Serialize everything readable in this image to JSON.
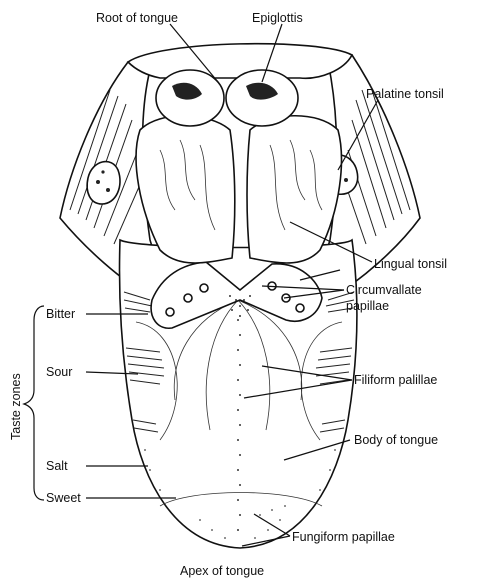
{
  "labels": {
    "root_of_tongue": "Root of tongue",
    "epiglottis": "Epiglottis",
    "palatine_tonsil": "Palatine tonsil",
    "lingual_tonsil": "Lingual tonsil",
    "circumvallate_line1": "Circumvallate",
    "circumvallate_line2": "papillae",
    "filiform_papillae": "Filiform palillae",
    "body_of_tongue": "Body of tongue",
    "fungiform_papillae": "Fungiform papillae",
    "apex_of_tongue": "Apex of tongue",
    "bitter": "Bitter",
    "sour": "Sour",
    "salt": "Salt",
    "sweet": "Sweet",
    "taste_zones": "Taste zones"
  }
}
